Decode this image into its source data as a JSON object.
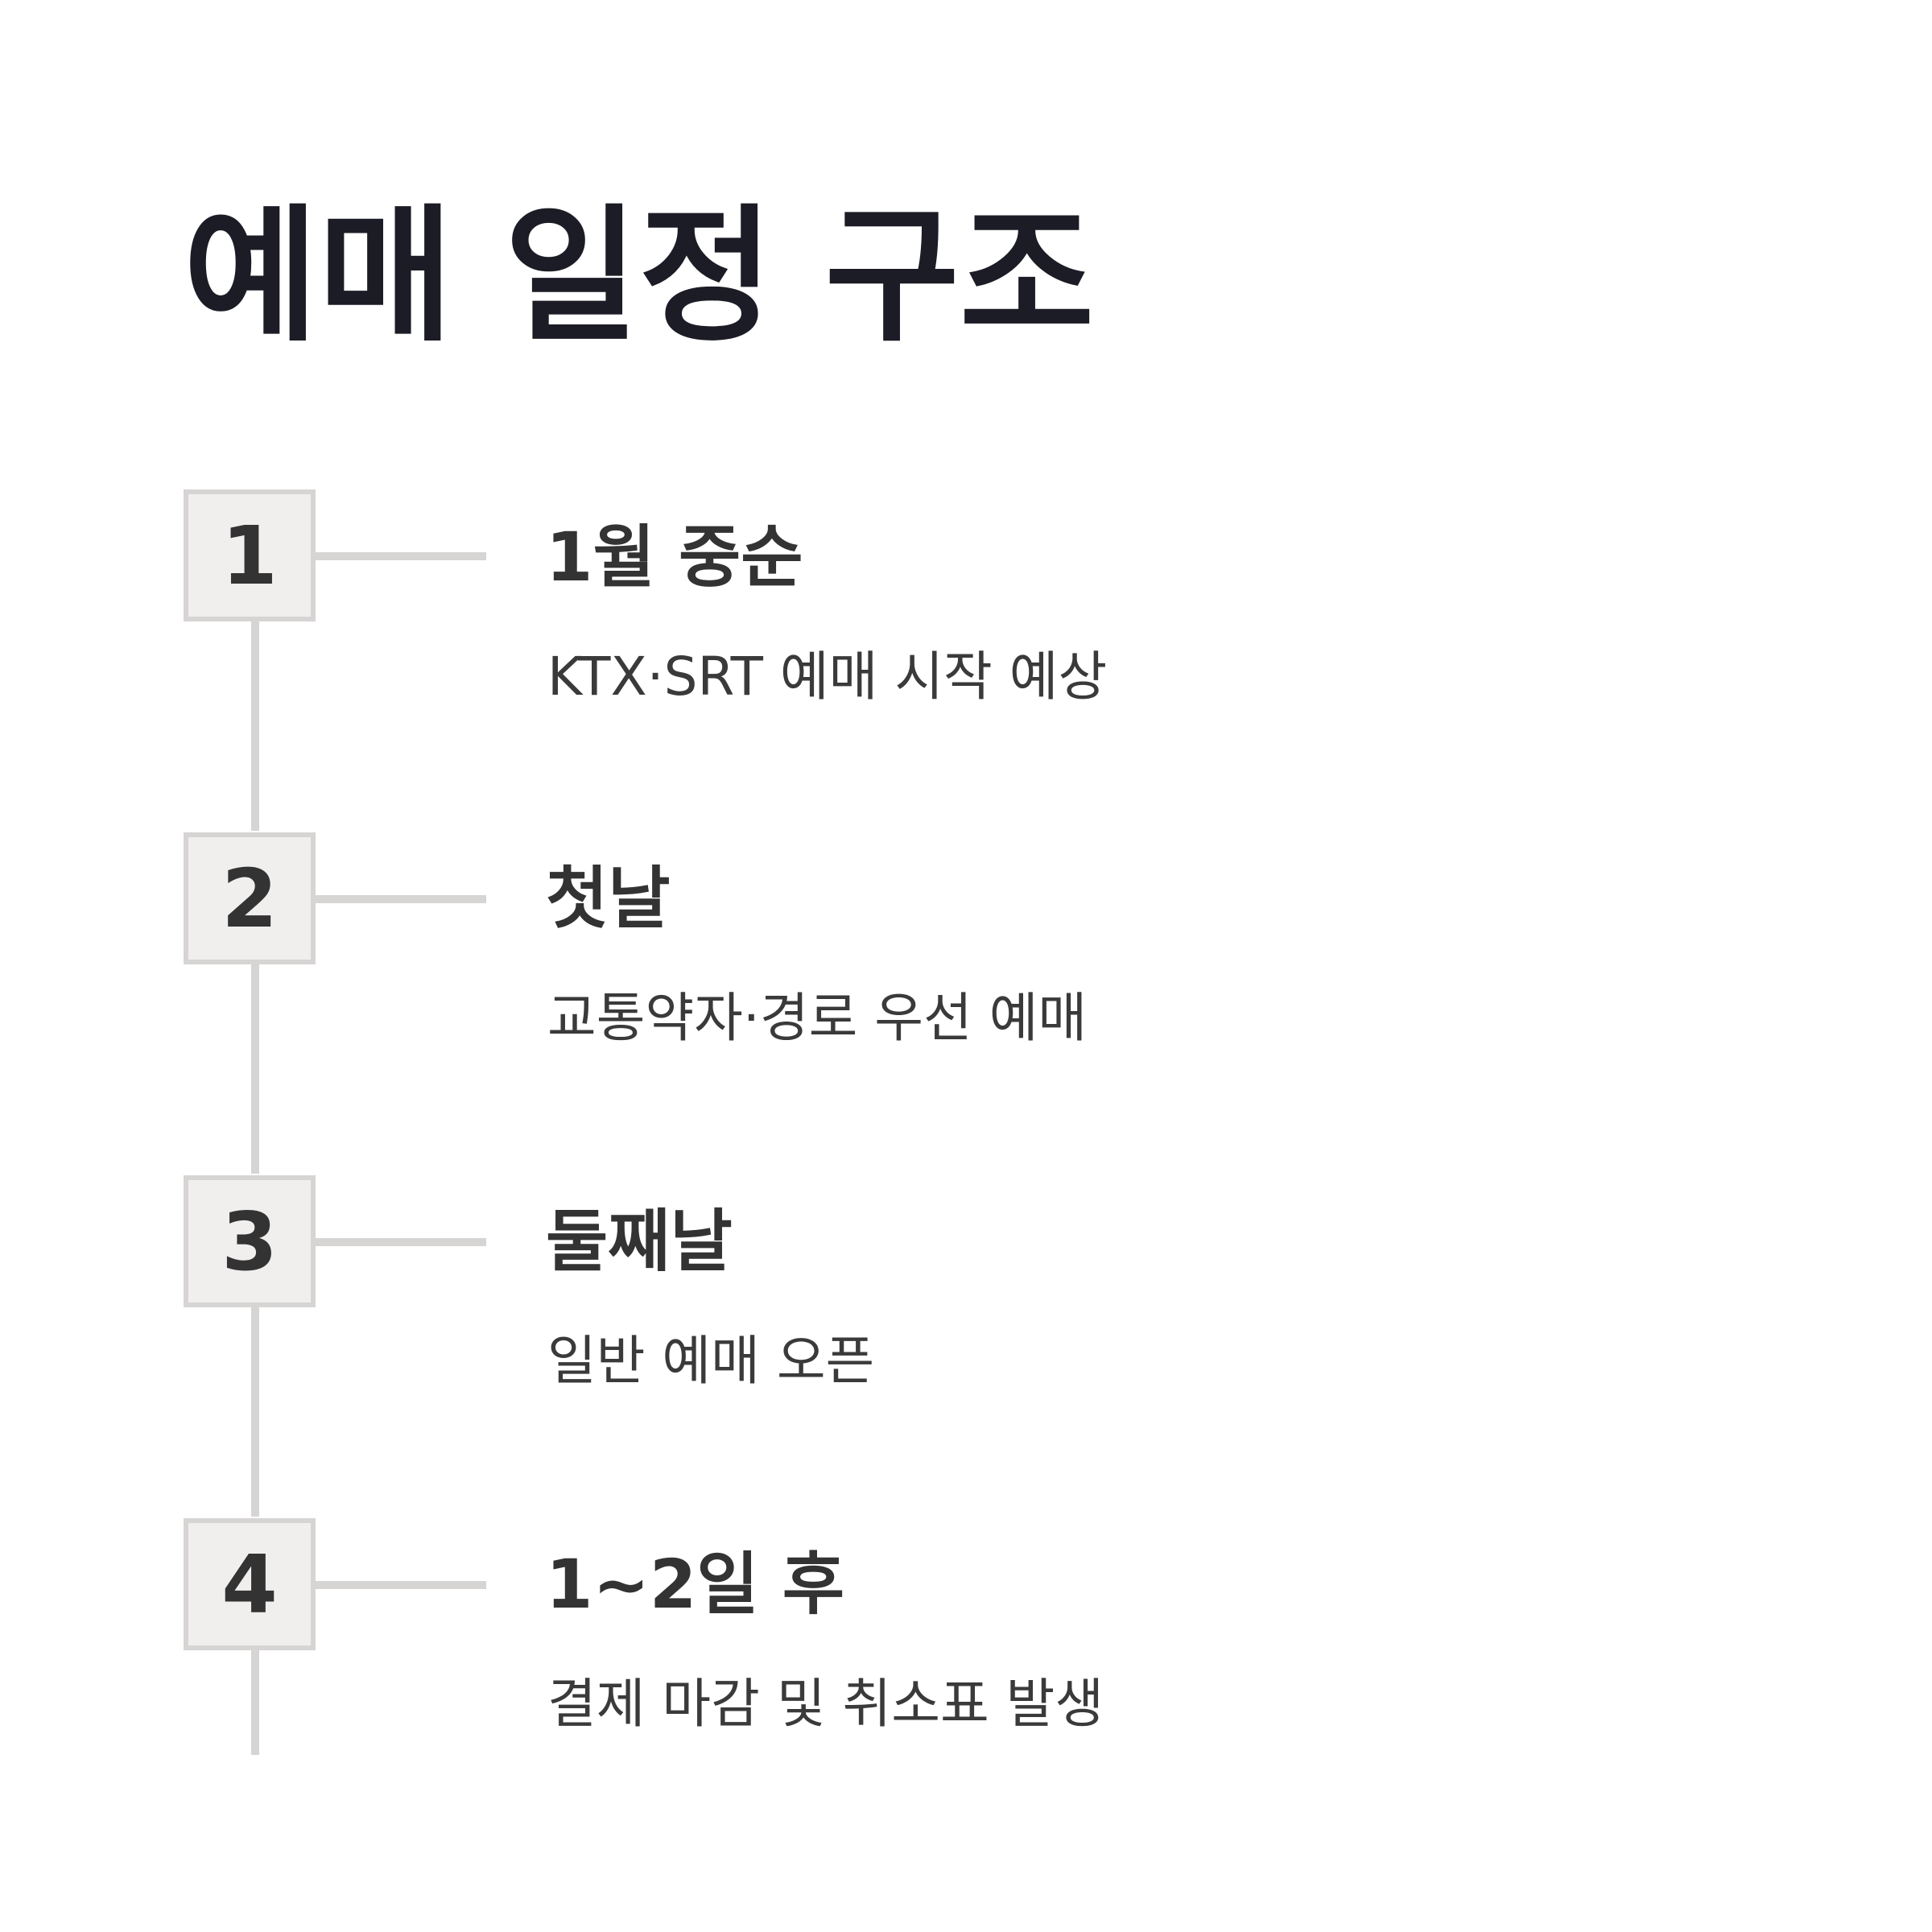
{
  "title": "예매 일정 구조",
  "steps": [
    {
      "number": "1",
      "title": "1월 중순",
      "description": "KTX·SRT 예매 시작 예상"
    },
    {
      "number": "2",
      "title": "첫날",
      "description": "교통약자·경로 우선 예매"
    },
    {
      "number": "3",
      "title": "둘째날",
      "description": "일반 예매 오픈"
    },
    {
      "number": "4",
      "title": "1~2일 후",
      "description": "결제 마감 및 취소표 발생"
    }
  ],
  "colors": {
    "title": "#1c1c26",
    "text": "#333333",
    "line": "#d7d4d4",
    "box_fill": "#f1efee",
    "background": "#ffffff"
  }
}
